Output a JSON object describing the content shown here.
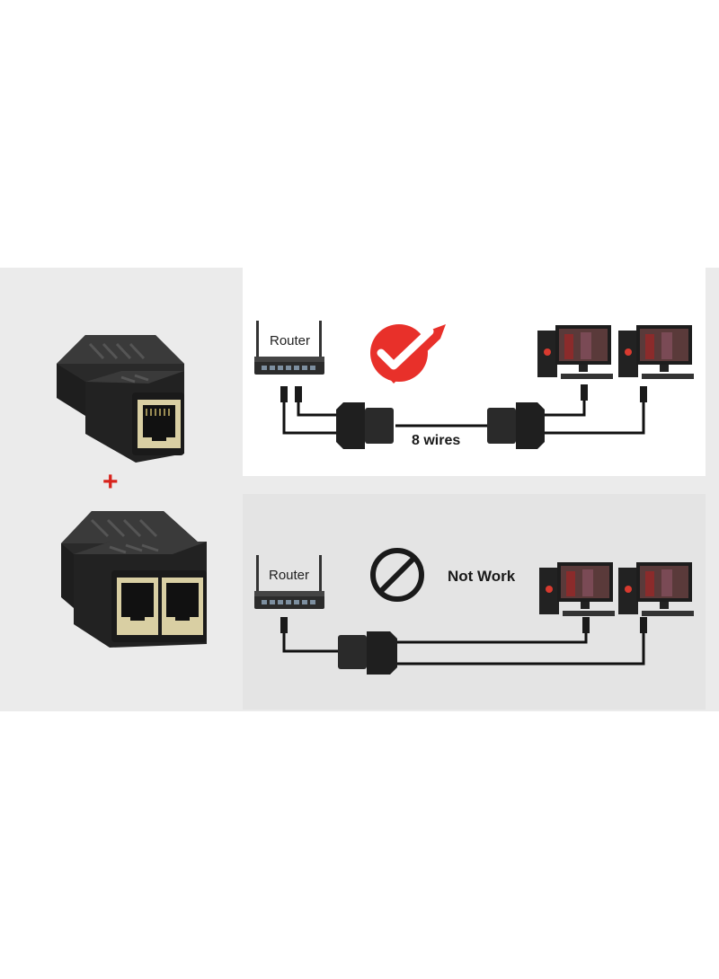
{
  "left": {
    "plus": "+"
  },
  "top_panel": {
    "router_label": "Router",
    "wires_label": "8 wires",
    "status_icon": "checkmark-badge-icon",
    "accent": "#e8302a"
  },
  "bottom_panel": {
    "router_label": "Router",
    "status_label": "Not Work",
    "status_icon": "prohibited-icon"
  }
}
